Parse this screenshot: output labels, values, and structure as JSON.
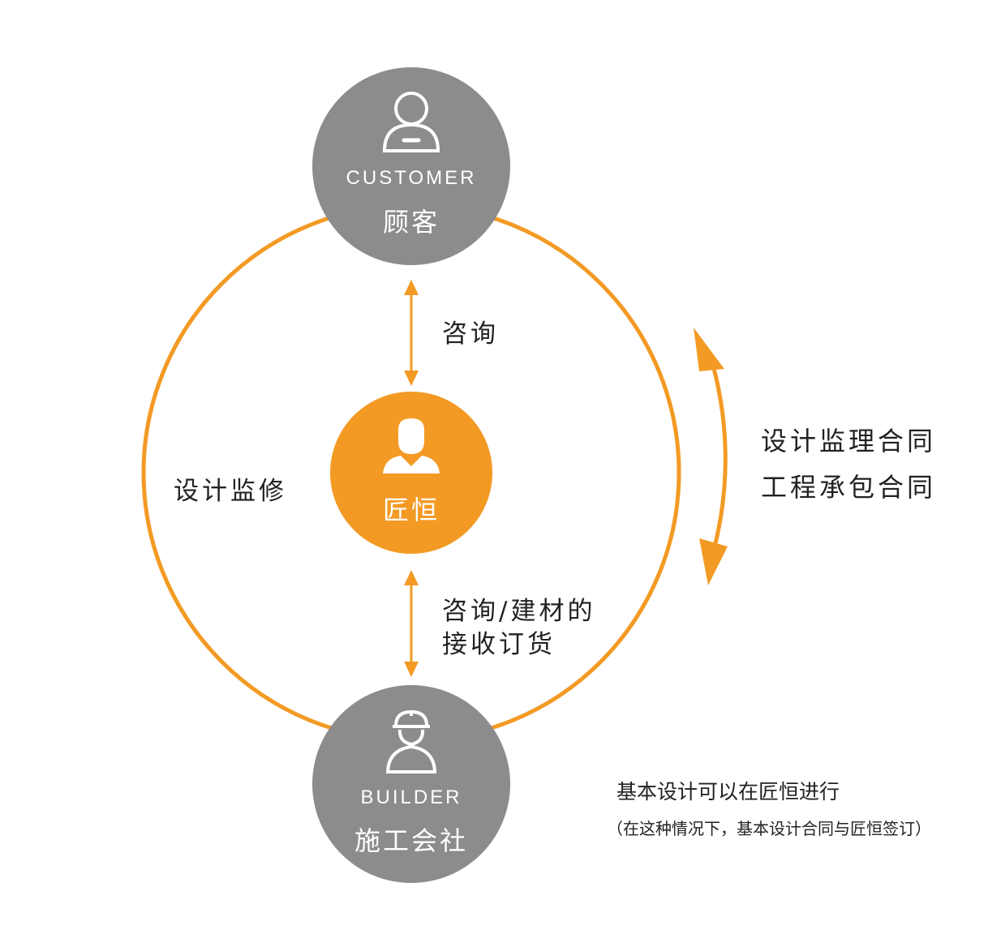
{
  "colors": {
    "accent": "#f39a24",
    "node_gray": "#8c8c8c",
    "icon_white": "#ffffff",
    "text": "#222222"
  },
  "nodes": {
    "customer": {
      "en": "CUSTOMER",
      "zh": "顾客",
      "icon": "user-icon"
    },
    "craftsman": {
      "zh": "匠恒",
      "icon": "professional-icon"
    },
    "builder": {
      "en": "BUILDER",
      "zh": "施工会社",
      "icon": "worker-icon"
    }
  },
  "labels": {
    "top_arrow": "咨询",
    "bottom_arrow_line1": "咨询/建材的",
    "bottom_arrow_line2": "接收订货",
    "left_loop": "设计监修",
    "right_line1": "设计监理合同",
    "right_line2": "工程承包合同"
  },
  "note": {
    "line1": "基本设计可以在匠恒进行",
    "line2": "（在这种情况下，基本设计合同与匠恒签订）"
  }
}
